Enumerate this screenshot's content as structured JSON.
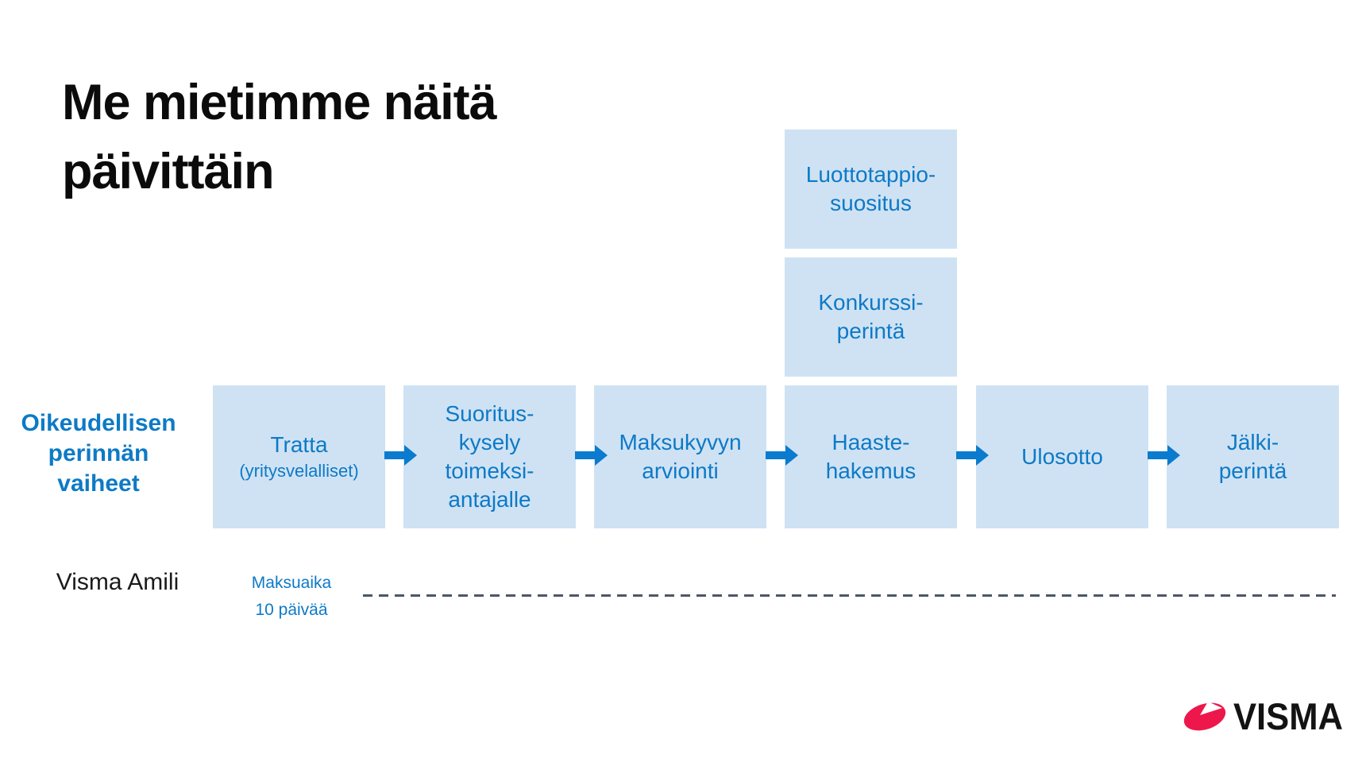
{
  "theme": {
    "accent_blue": "#0d7ac6",
    "box_fill": "#cfe2f4",
    "arrow_blue": "#0a7bce",
    "title_color": "#0b0b0b",
    "dash_color": "#4b5769",
    "logo_red": "#ed174c",
    "logo_text_color": "#131313"
  },
  "title": "Me mietimme näitä\npäivittäin",
  "flow": {
    "label": "Oikeudellisen\nperinnän\nvaiheet",
    "stages": [
      {
        "label": "Tratta",
        "sublabel": "(yritysvelalliset)"
      },
      {
        "label": "Suoritus-\nkysely\ntoimeksi-\nantajalle",
        "sublabel": ""
      },
      {
        "label": "Maksukyvyn\narviointi",
        "sublabel": ""
      },
      {
        "label": "Haaste-\nhakemus",
        "sublabel": ""
      },
      {
        "label": "Ulosotto",
        "sublabel": ""
      },
      {
        "label": "Jälki-\nperintä",
        "sublabel": ""
      }
    ],
    "branches": [
      {
        "label": "Luottotappio-\nsuositus"
      },
      {
        "label": "Konkurssi-\nperintä"
      }
    ]
  },
  "footer": {
    "product": "Visma Amili",
    "note_line1": "Maksuaika",
    "note_line2": "10 päivää"
  },
  "logo": {
    "text": "VISMA"
  }
}
